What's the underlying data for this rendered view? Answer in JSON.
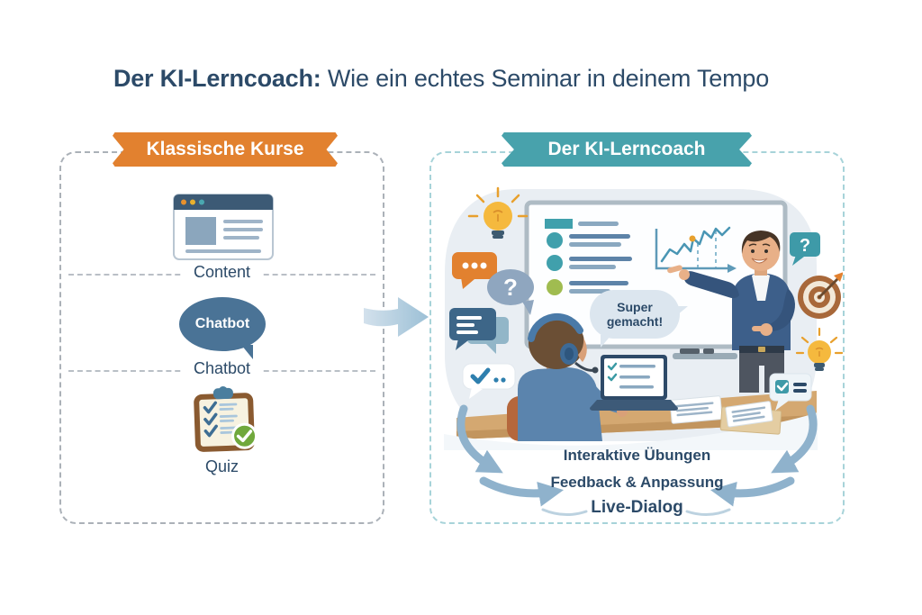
{
  "title": {
    "bold": "Der KI-Lerncoach:",
    "rest": " Wie ein echtes Seminar in deinem Tempo"
  },
  "left_panel": {
    "banner": "Klassische Kurse",
    "items": [
      {
        "icon": "browser-window-icon",
        "label": "Content"
      },
      {
        "icon": "chat-bubble-icon",
        "bubble_text": "Chatbot",
        "label": "Chatbot"
      },
      {
        "icon": "quiz-clipboard-icon",
        "label": "Quiz"
      }
    ]
  },
  "transition_arrow": {
    "icon": "arrow-right-icon"
  },
  "right_panel": {
    "banner": "Der KI-Lerncoach",
    "scene": {
      "praise_bubble": "Super gemacht!",
      "question_left": "?",
      "question_right": "?",
      "icons": [
        "lightbulb-icon",
        "typing-dots-bubble-icon",
        "question-bubble-icon",
        "chat-messages-icon",
        "check-dots-bubble-icon",
        "whiteboard-with-chart",
        "instructor-figure",
        "student-with-headset-figure",
        "laptop",
        "desk-with-papers",
        "target-icon",
        "lightbulb-small-icon",
        "check-list-bubble-icon",
        "cycle-arrows"
      ]
    },
    "cycle_labels": [
      "Interaktive Übungen",
      "Feedback & Anpassung",
      "Live-Dialog"
    ]
  },
  "colors": {
    "title_text": "#2c4a68",
    "banner_orange": "#e2812f",
    "banner_teal": "#48a2ac",
    "left_border": "#abb1b8",
    "right_border": "#a7d3d9",
    "chat_bubble_blue": "#4a7396",
    "scene_blob": "#e9eef3",
    "desk_tan": "#d4a871",
    "cycle_arrow_blue": "#8fb2cc",
    "quiz_check_green": "#70a83c",
    "lightbulb_yellow": "#f5b93e",
    "target_brown": "#a8683a"
  }
}
